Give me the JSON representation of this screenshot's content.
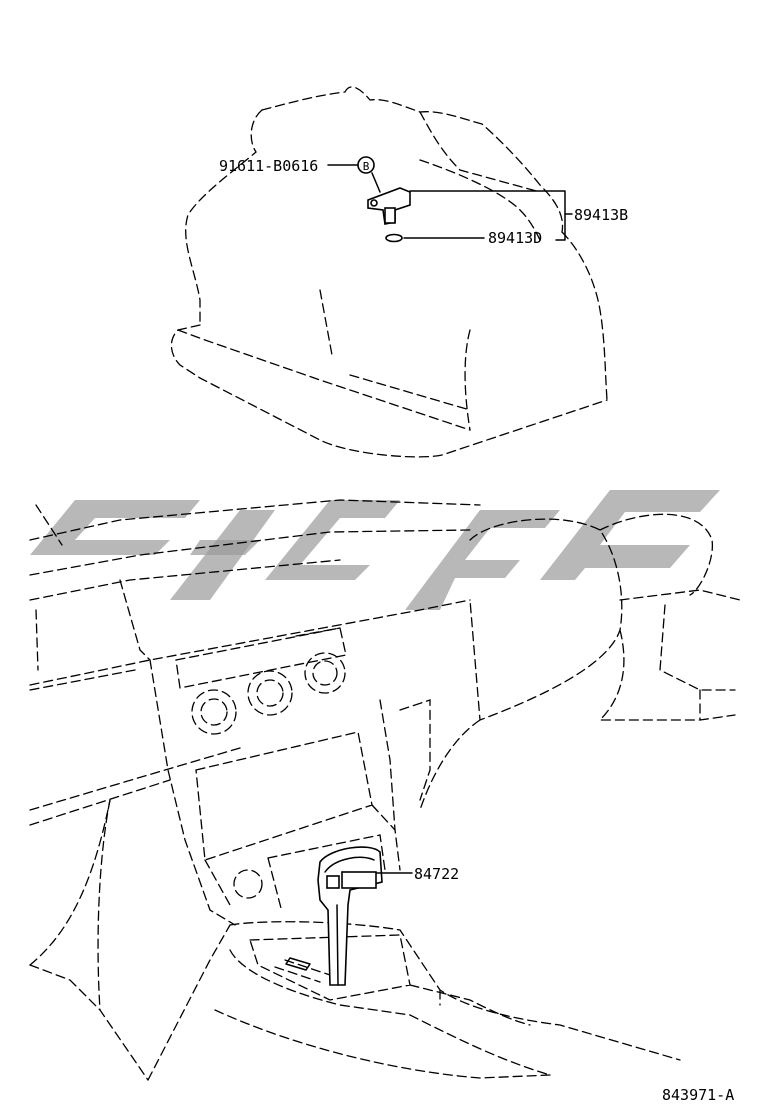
{
  "labels": {
    "bolt": "91611-B0616",
    "sensor": "89413B",
    "oring": "89413D",
    "switch": "84722",
    "figure_id": "843971-A"
  },
  "symbols": {
    "bolt_marker": "B"
  }
}
